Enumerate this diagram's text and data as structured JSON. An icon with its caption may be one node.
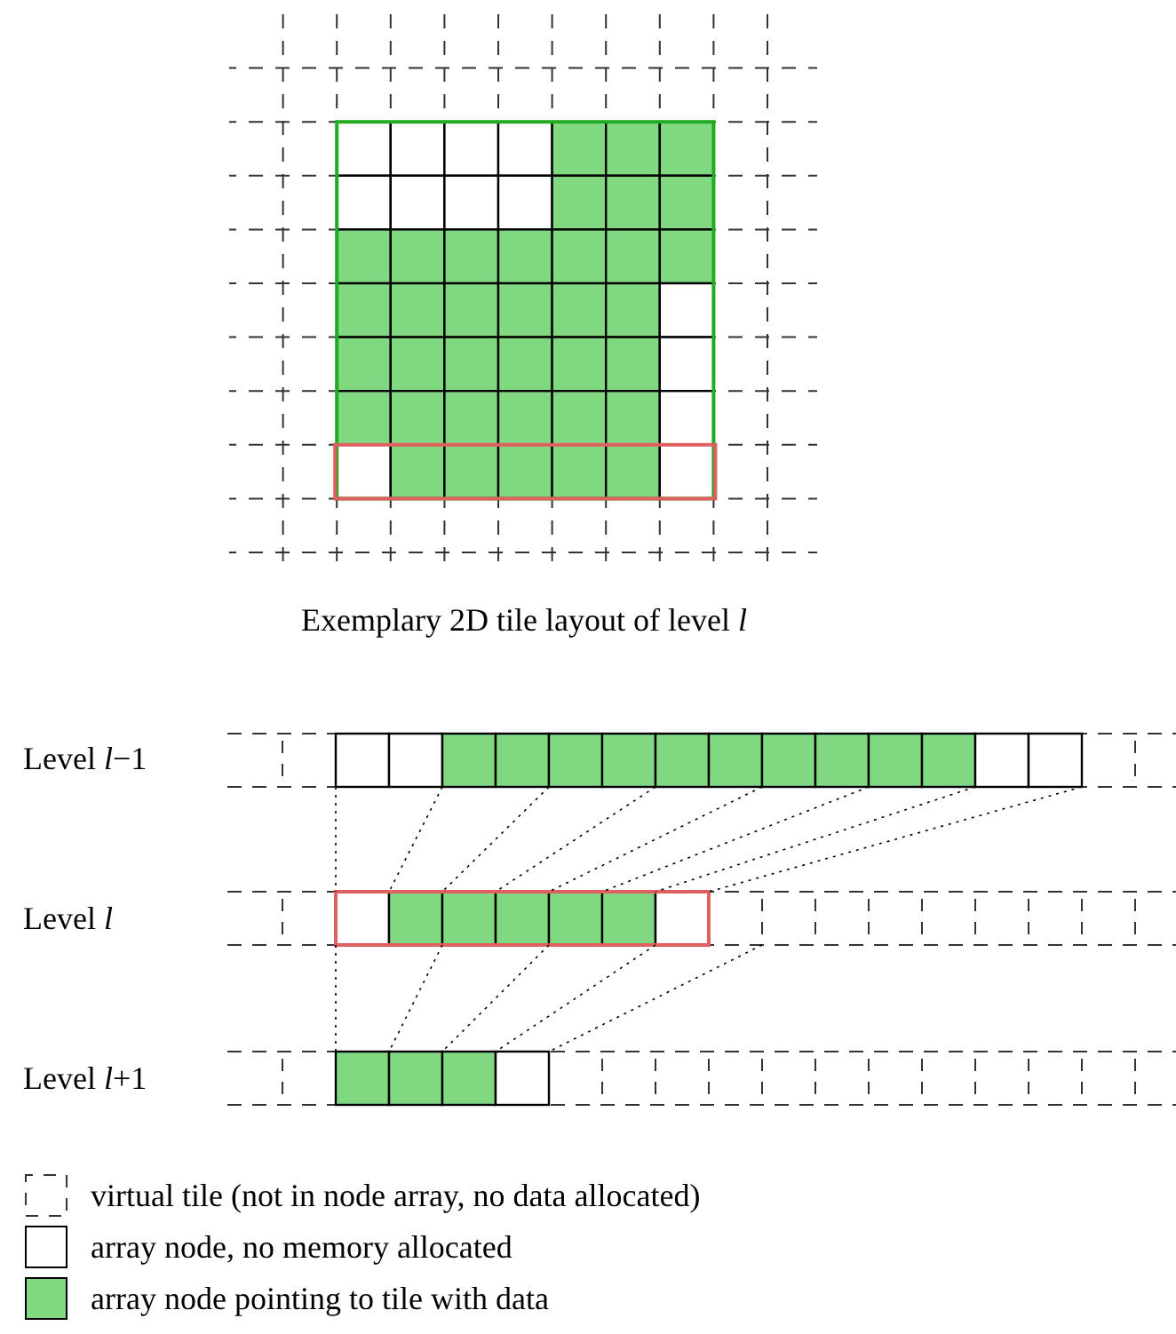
{
  "diagram": {
    "caption": "Exemplary 2D tile layout of level *l*",
    "labels": [
      "Level *l*−1",
      "Level *l*",
      "Level *l*+1"
    ],
    "legend": [
      {
        "text": "virtual tile (not in node array, no data allocated)"
      },
      {
        "text": "array node, no memory allocated",
        "color": "#ffffff"
      },
      {
        "text": "array node pointing to tile with data",
        "color": "#80d880"
      }
    ]
  }
}
